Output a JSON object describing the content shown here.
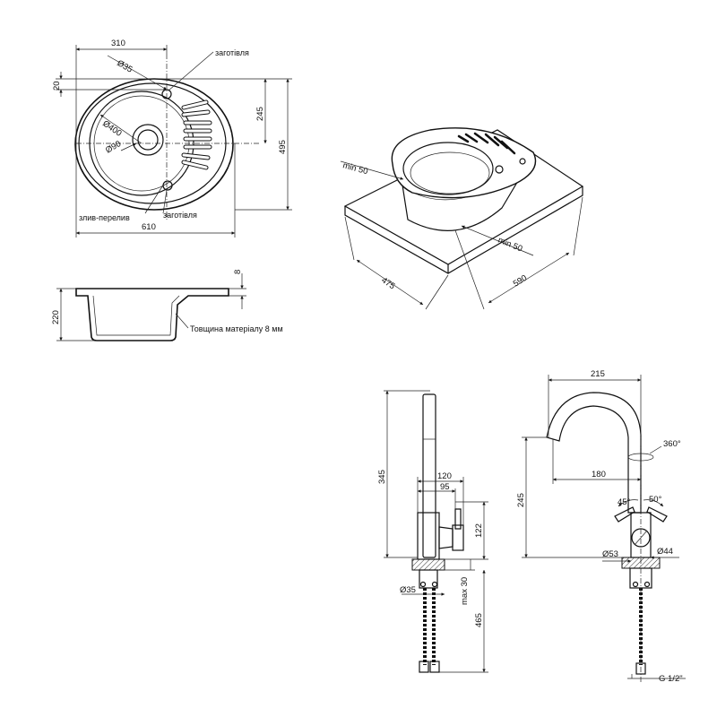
{
  "sink_top": {
    "dim_width_top": "310",
    "dim_tap_hole": "Ø35",
    "dim_offset_20": "20",
    "dim_drain_height": "245",
    "dim_height": "495",
    "dim_bowl": "Ø400",
    "dim_drain": "Ø90",
    "dim_width": "610",
    "label_blank_top": "заготівля",
    "label_overflow": "злив-перелив",
    "label_blank_bottom": "заготівля"
  },
  "sink_side": {
    "dim_thickness": "8",
    "dim_depth": "220",
    "label_material": "Товщина матеріалу 8 мм"
  },
  "sink_install": {
    "dim_min_left": "min 50",
    "dim_min_right": "min 50",
    "dim_cutout_depth": "475",
    "dim_cutout_width": "590"
  },
  "faucet_side": {
    "dim_height": "345",
    "dim_120": "120",
    "dim_95": "95",
    "dim_122": "122",
    "dim_max30": "max 30",
    "dim_d35": "Ø35",
    "dim_465": "465"
  },
  "faucet_front": {
    "dim_215": "215",
    "dim_360": "360°",
    "dim_180": "180",
    "dim_245": "245",
    "dim_45": "45°",
    "dim_50": "50°",
    "dim_d53": "Ø53",
    "dim_d44": "Ø44",
    "dim_thread": "G 1/2\""
  }
}
